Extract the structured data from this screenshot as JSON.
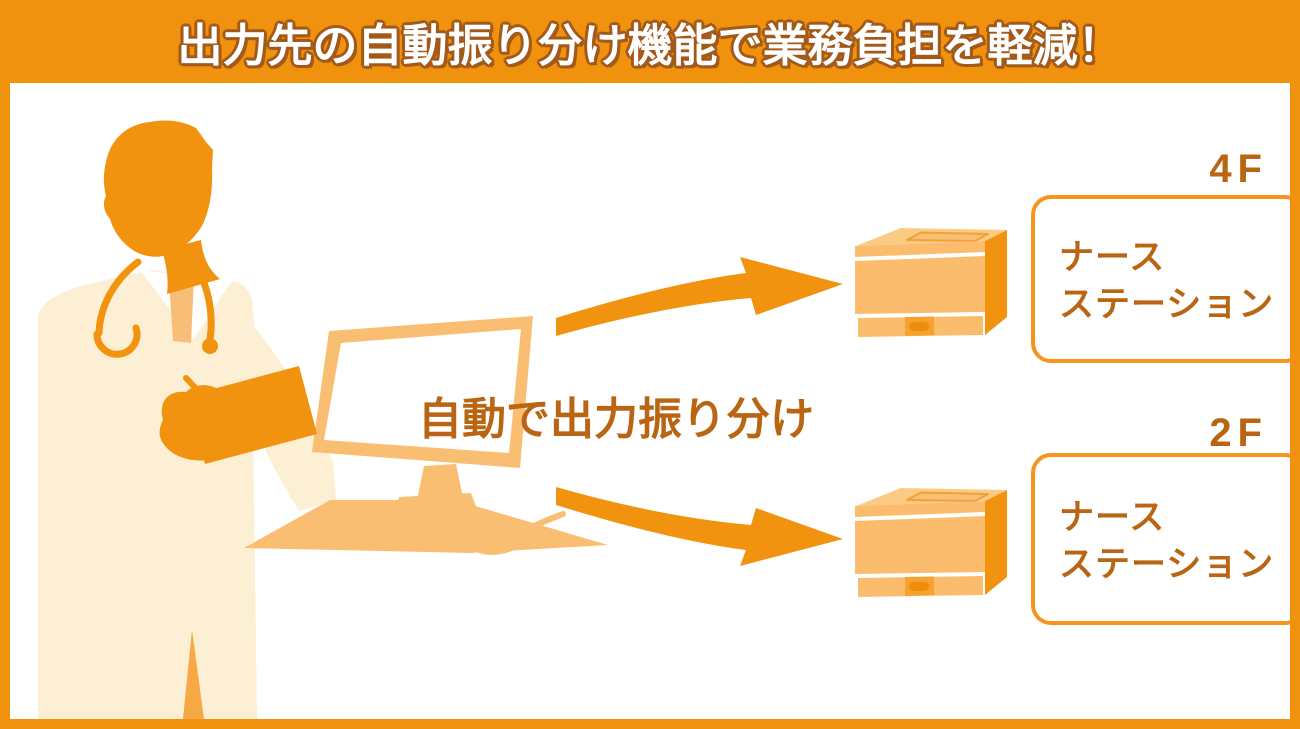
{
  "header": {
    "title": "出力先の自動振り分け機能で業務負担を軽減！"
  },
  "diagram": {
    "center_label": "自動で出力振り分け",
    "stations": [
      {
        "floor_label": "4F",
        "name_line1": "ナース",
        "name_line2": "ステーション"
      },
      {
        "floor_label": "2F",
        "name_line1": "ナース",
        "name_line2": "ステーション"
      }
    ],
    "illustration_icons": {
      "doctor": "doctor-with-clipboard-illustration",
      "computer": "desktop-computer-icon",
      "arrow_top": "curved-arrow-up-right-icon",
      "arrow_bottom": "curved-arrow-down-right-icon",
      "printer_top": "printer-icon-4f",
      "printer_bottom": "printer-icon-2f"
    }
  },
  "colors": {
    "frame_orange": "#F0920E",
    "accent_orange": "#F1930F",
    "light_orange": "#F9BE71",
    "printer_top_face": "#FBCB84",
    "printer_side_face": "#F1930F",
    "coat_cream": "#FCEFD3",
    "text_orange_brown": "#B96513",
    "title_text": "#FFFFFF",
    "title_outline": "#A2591A",
    "box_border": "#F7941E",
    "background_white": "#FFFFFF"
  }
}
